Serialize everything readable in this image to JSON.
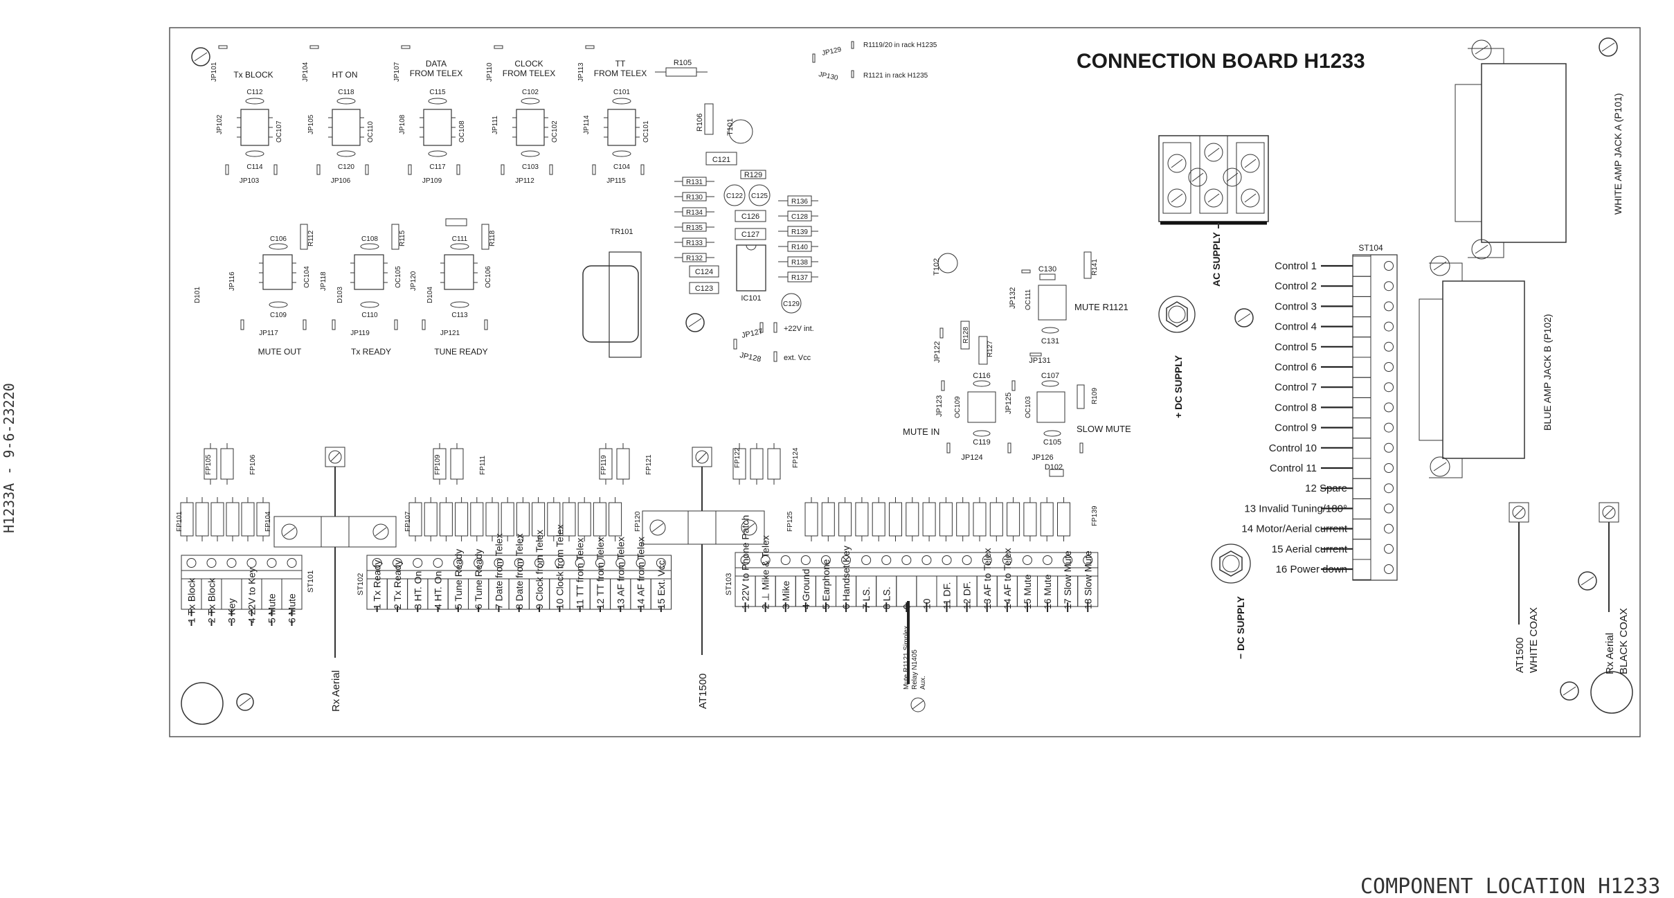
{
  "board": {
    "title": "CONNECTION BOARD H1233",
    "footer": "COMPONENT LOCATION H1233",
    "side_code": "H1233A - 9-6-23220"
  },
  "top_notes": {
    "jp129": "JP129",
    "jp130": "JP130",
    "note1": "R1119/20 in rack H1235",
    "note2": "R1121 in rack H1235"
  },
  "oc_top": [
    {
      "label": "Tx BLOCK",
      "jp_a": "JP101",
      "jp_b": "JP102",
      "jp_c": "JP103",
      "c_top": "C112",
      "c_bot": "C114",
      "oc": "OC107"
    },
    {
      "label": "HT ON",
      "jp_a": "JP104",
      "jp_b": "JP105",
      "jp_c": "JP106",
      "c_top": "C118",
      "c_bot": "C120",
      "oc": "OC110"
    },
    {
      "label": "DATA FROM TELEX",
      "jp_a": "JP107",
      "jp_b": "JP108",
      "jp_c": "JP109",
      "c_top": "C115",
      "c_bot": "C117",
      "oc": "OC108"
    },
    {
      "label": "CLOCK FROM TELEX",
      "jp_a": "JP110",
      "jp_b": "JP111",
      "jp_c": "JP112",
      "c_top": "C102",
      "c_bot": "C103",
      "oc": "OC102"
    },
    {
      "label": "TT FROM TELEX",
      "jp_a": "JP113",
      "jp_b": "JP114",
      "jp_c": "JP115",
      "c_top": "C101",
      "c_bot": "C104",
      "oc": "OC101"
    }
  ],
  "oc_mid": [
    {
      "label": "MUTE OUT",
      "d": "D101",
      "jp_a": "JP116",
      "jp_c": "JP117",
      "c_top": "C106",
      "c_bot": "C109",
      "oc": "OC104",
      "r": "R112"
    },
    {
      "label": "Tx READY",
      "d": "D103",
      "jp_a": "JP118",
      "jp_c": "JP119",
      "c_top": "C108",
      "c_bot": "C110",
      "oc": "OC105",
      "r": "R115"
    },
    {
      "label": "TUNE READY",
      "d": "D104",
      "jp_a": "JP120",
      "jp_c": "JP121",
      "c_top": "C111",
      "c_bot": "C113",
      "oc": "OC106",
      "r": "R118"
    }
  ],
  "center": {
    "r105": "R105",
    "r106": "R106",
    "t101": "T101",
    "c121": "C121",
    "r129": "R129",
    "r_left": [
      "R131",
      "R130",
      "R134",
      "R135",
      "R133",
      "R132"
    ],
    "c122": "C122",
    "c125": "C125",
    "c126": "C126",
    "c127": "C127",
    "c124": "C124",
    "c123": "C123",
    "ic101": "IC101",
    "r_right": [
      "R136",
      "C128",
      "R139",
      "R140",
      "R138",
      "R137"
    ],
    "c129": "C129",
    "tr101": "TR101",
    "jp127": "JP127",
    "jp128": "JP128",
    "v22": "+22V int.",
    "vext": "ext. Vcc"
  },
  "right_block": {
    "t102": "T102",
    "c130": "C130",
    "r141": "R141",
    "jp132": "JP132",
    "oc111": "OC111",
    "mute_r1121": "MUTE R1121",
    "c131": "C131",
    "jp131": "JP131",
    "jp122": "JP122",
    "r128": "R128",
    "r127": "R127",
    "c116": "C116",
    "c107": "C107",
    "jp123": "JP123",
    "oc109": "OC109",
    "jp125": "JP125",
    "oc103": "OC103",
    "r109": "R109",
    "mute_in": "MUTE IN",
    "slow_mute": "SLOW MUTE",
    "c119": "C119",
    "c105": "C105",
    "jp124": "JP124",
    "jp126": "JP126",
    "d102": "D102"
  },
  "fp_top": [
    "FP105",
    "FP106",
    "FP109",
    "FP111",
    "FP119",
    "FP121",
    "FP122",
    "FP124"
  ],
  "fp_row": {
    "fp101": "FP101",
    "fp104": "FP104",
    "fp107": "FP107",
    "fp120": "FP120",
    "fp125": "FP125",
    "fp139": "FP139"
  },
  "st101": {
    "name": "ST101",
    "pins": [
      "1 Tx Block",
      "2 Tx Block",
      "3 Key",
      "4 22V to Key",
      "5 Mute",
      "6 Mute"
    ]
  },
  "rx_aerial": "Rx Aerial",
  "st102": {
    "name": "ST102",
    "pins": [
      "1 Tx Ready",
      "2 Tx Ready",
      "3 HT. On",
      "4 HT. On",
      "5 Tune Ready",
      "6 Tune Ready",
      "7 Date from Telex",
      "8 Date from Telex",
      "9 Clock from Telex",
      "10 Clock from Telex",
      "11 TT from Telex",
      "12 TT from Telex",
      "13 AF from Telex",
      "14 AF from Telex",
      "15 Ext. Vcc"
    ]
  },
  "at1500": "AT1500",
  "st103": {
    "name": "ST103",
    "pins": [
      "1 22V to Phone Patch",
      "2 ⊥ Mike & Telex",
      "3 Mike",
      "4 Ground",
      "5 Earphone",
      "6 Handset Key",
      "7 LS.",
      "8 LS.",
      "9",
      "10",
      "11 DF.",
      "12 DF.",
      "13 AF to Telex",
      "14 AF to Telex",
      "15 Mute",
      "16 Mute",
      "17 Slow Mute",
      "18 Slow Mute"
    ],
    "pin9_notes": [
      "Mute R1121 Simplex",
      "Relay  N1405",
      "Aux."
    ]
  },
  "supplies": {
    "ac": "AC SUPPLY",
    "dc_plus": "+ DC SUPPLY",
    "dc_minus": "− DC SUPPLY"
  },
  "st104": {
    "name": "ST104",
    "pins": [
      "Control 1",
      "Control 2",
      "Control 3",
      "Control 4",
      "Control 5",
      "Control 6",
      "Control 7",
      "Control 8",
      "Control 9",
      "Control 10",
      "Control 11",
      "12 Spare",
      "13 Invalid Tuning/180°",
      "14 Motor/Aerial current",
      "15 Aerial current",
      "16 Power down"
    ]
  },
  "jacks": {
    "white": "WHITE AMP JACK A (P101)",
    "blue": "BLUE AMP JACK B (P102)"
  },
  "coax": {
    "at1500": "AT1500",
    "white_coax": "WHITE COAX",
    "rx_aerial": "Rx Aerial",
    "black_coax": "BLACK COAX"
  }
}
